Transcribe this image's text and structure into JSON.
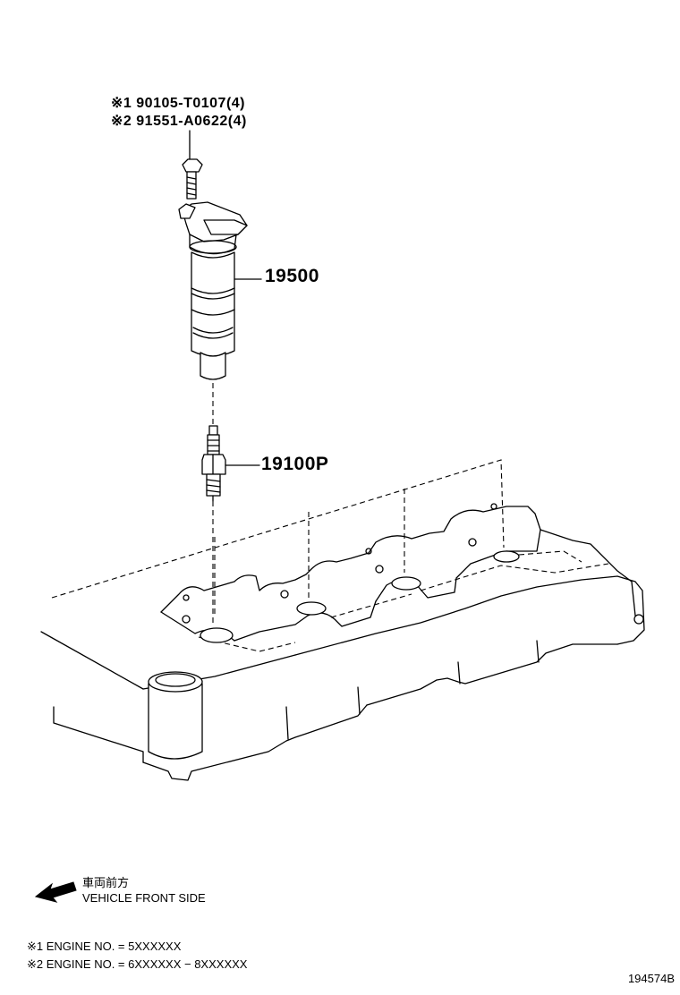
{
  "callouts": {
    "bolt_ref_1": {
      "mark": "※1",
      "part_no": "90105-T0107",
      "qty": "(4)"
    },
    "bolt_ref_2": {
      "mark": "※2",
      "part_no": "91551-A0622",
      "qty": "(4)"
    },
    "ignition_coil": "19500",
    "spark_plug": "19100P"
  },
  "direction": {
    "jp_label": "車両前方",
    "en_label": "VEHICLE FRONT SIDE",
    "icon": "arrow-left-icon"
  },
  "footnotes": [
    {
      "mark": "※1",
      "text": "ENGINE NO. = 5XXXXXX"
    },
    {
      "mark": "※2",
      "text": "ENGINE NO. = 6XXXXXX − 8XXXXXX"
    }
  ],
  "illustration_id": "194574B",
  "colors": {
    "line": "#000000",
    "background": "#ffffff"
  }
}
